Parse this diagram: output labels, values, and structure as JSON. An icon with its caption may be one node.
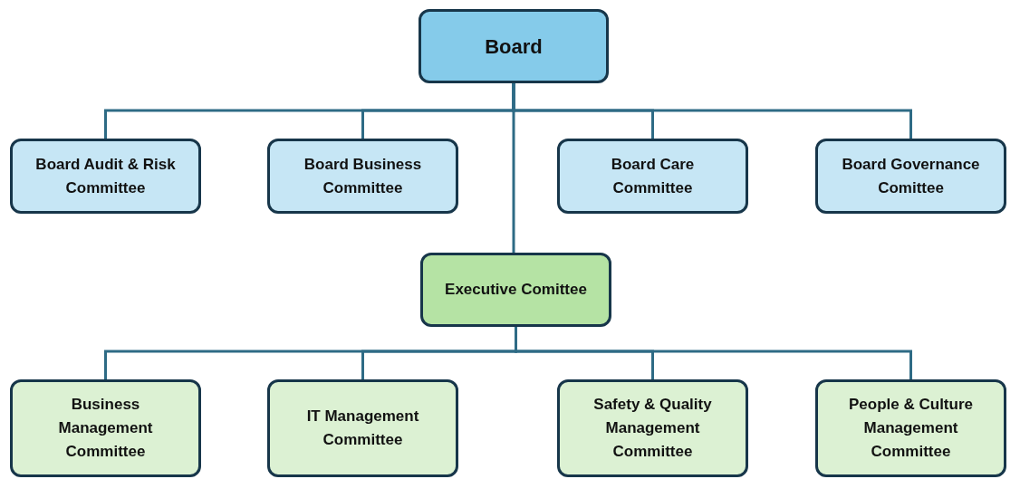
{
  "diagram": {
    "nodes": [
      {
        "text": [
          "Board"
        ]
      },
      {
        "text": [
          "Board Audit & Risk Committee"
        ]
      },
      {
        "text": [
          "Board Business Committee"
        ]
      },
      {
        "text": [
          "Board Care Committee"
        ]
      },
      {
        "text": [
          "Board Governance Comittee"
        ]
      },
      {
        "text": [
          "Executive Comittee"
        ]
      },
      {
        "text": [
          "Business Management Committee"
        ]
      },
      {
        "text": [
          "IT Management Committee"
        ]
      },
      {
        "text": [
          "Safety & Quality Management Committee"
        ]
      },
      {
        "text": [
          "People & Culture Management Committee"
        ]
      }
    ],
    "edges": [
      {
        "from": 0,
        "to": 1,
        "arrow": "none"
      },
      {
        "from": 0,
        "to": 2,
        "arrow": "none"
      },
      {
        "from": 0,
        "to": 3,
        "arrow": "none"
      },
      {
        "from": 0,
        "to": 4,
        "arrow": "none"
      },
      {
        "from": 0,
        "to": 5,
        "arrow": "none"
      },
      {
        "from": 5,
        "to": 6,
        "arrow": "none"
      },
      {
        "from": 5,
        "to": 7,
        "arrow": "none"
      },
      {
        "from": 5,
        "to": 8,
        "arrow": "none"
      },
      {
        "from": 5,
        "to": 9,
        "arrow": "none"
      }
    ]
  }
}
